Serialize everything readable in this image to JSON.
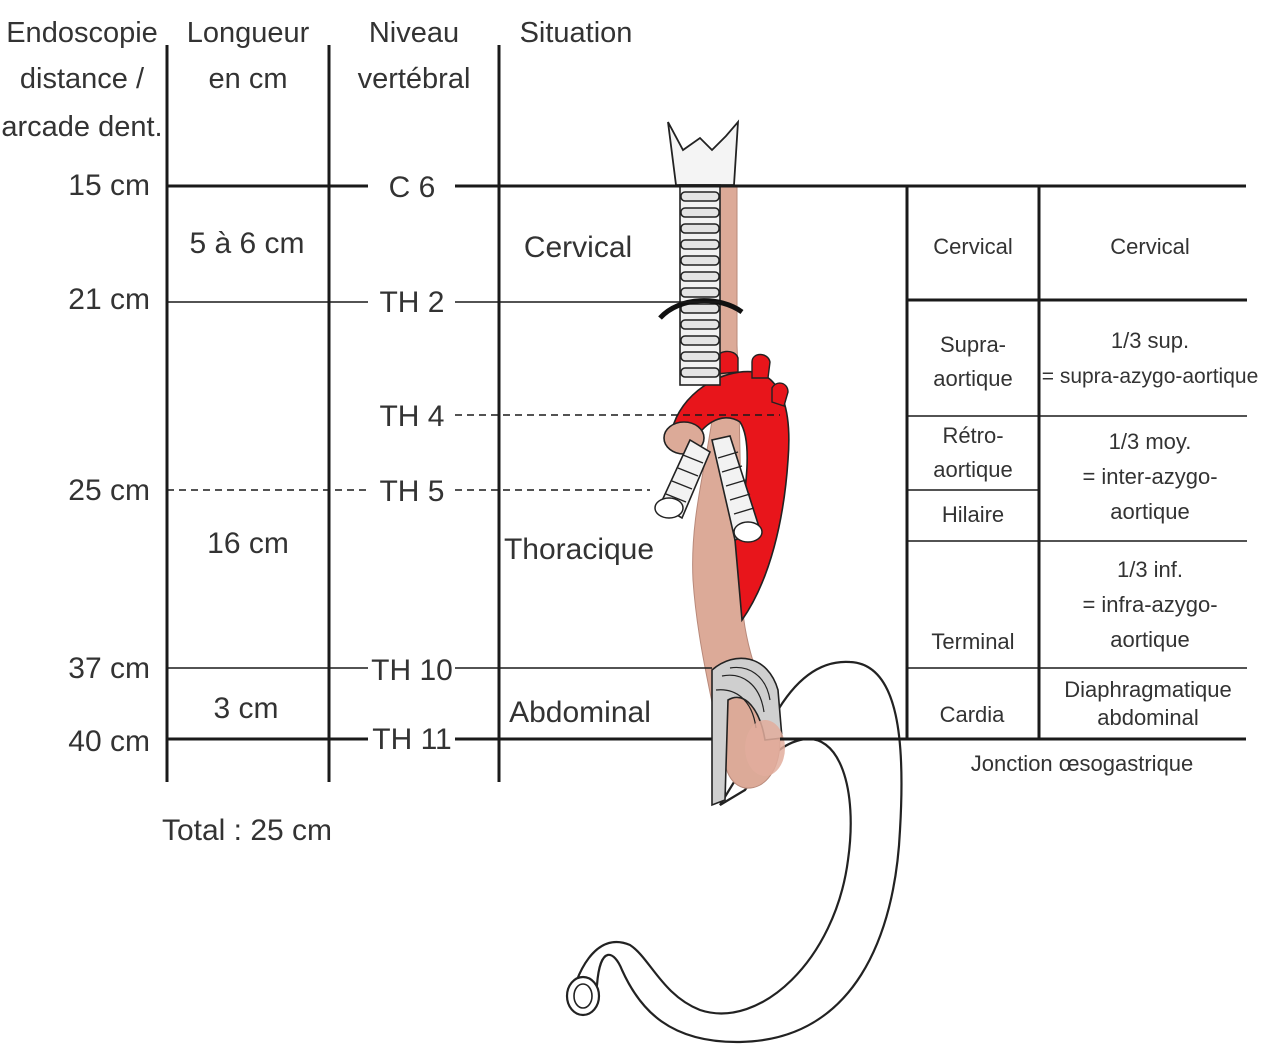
{
  "headers": {
    "endoscopie": [
      "Endoscopie",
      "distance /",
      "arcade dent."
    ],
    "longueur": [
      "Longueur",
      "en cm"
    ],
    "niveau": [
      "Niveau",
      "vertébral"
    ],
    "situation": "Situation"
  },
  "distances": [
    "15 cm",
    "21 cm",
    "25 cm",
    "37 cm",
    "40 cm"
  ],
  "lengths": [
    "5 à 6 cm",
    "16 cm",
    "3 cm"
  ],
  "total": "Total : 25 cm",
  "vertebrae": [
    "C 6",
    "TH 2",
    "TH 4",
    "TH 5",
    "TH 10",
    "TH 11"
  ],
  "situations": [
    "Cervical",
    "Thoracique",
    "Abdominal"
  ],
  "segments": {
    "cervical": "Cervical",
    "supra": [
      "Supra-",
      "aortique"
    ],
    "retro": [
      "Rétro-",
      "aortique"
    ],
    "hilaire": "Hilaire",
    "terminal": "Terminal",
    "cardia": "Cardia"
  },
  "thirds": {
    "cervical": "Cervical",
    "sup": [
      "1/3 sup.",
      "= supra-azygo-aortique"
    ],
    "moy": [
      "1/3 moy.",
      "= inter-azygo-",
      "aortique"
    ],
    "inf": [
      "1/3 inf.",
      "= infra-azygo-",
      "aortique"
    ],
    "diaphragm": [
      "Diaphragmatique",
      "abdominal"
    ]
  },
  "junction": "Jonction œsogastrique",
  "colors": {
    "aorta": "#e8151b",
    "esophagus": "#dcaa98",
    "lines": "#1a1a1a",
    "cartilage": "#f2f2f2"
  }
}
